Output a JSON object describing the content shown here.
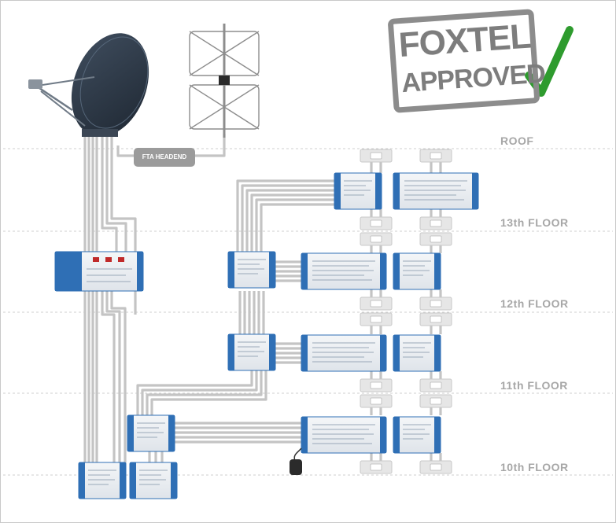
{
  "stamp": {
    "line1": "FOXTEL",
    "line2": "APPROVED",
    "icon": "checkmark-icon"
  },
  "headend_label": "FTA HEADEND",
  "floors": [
    "ROOF",
    "13th FLOOR",
    "12th FLOOR",
    "11th FLOOR",
    "10th FLOOR"
  ],
  "colors": {
    "cable": "#bdbdbd",
    "multiswitch_blue": "#2f6fb5",
    "check_green": "#2e9b2e",
    "stamp_gray": "#808080",
    "floor_label": "#a7a7a7"
  },
  "icons": [
    "satellite-dish-icon",
    "tv-antenna-icon",
    "multiswitch-icon",
    "wall-outlet-icon",
    "power-supply-icon"
  ]
}
